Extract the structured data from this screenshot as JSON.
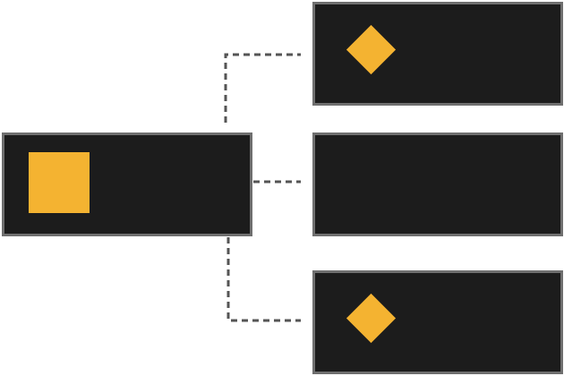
{
  "colors": {
    "node_fill": "#1c1c1c",
    "node_border": "#6f6f6f",
    "accent": "#f4b331",
    "connector": "#555555"
  },
  "nodes": [
    {
      "id": "root",
      "marker": "square-icon"
    },
    {
      "id": "child-top",
      "marker": "diamond-icon"
    },
    {
      "id": "child-middle",
      "marker": "none"
    },
    {
      "id": "child-bottom",
      "marker": "diamond-icon"
    }
  ],
  "edges": [
    {
      "from": "root",
      "to": "child-top",
      "style": "dashed"
    },
    {
      "from": "root",
      "to": "child-middle",
      "style": "dashed"
    },
    {
      "from": "root",
      "to": "child-bottom",
      "style": "dashed"
    }
  ]
}
